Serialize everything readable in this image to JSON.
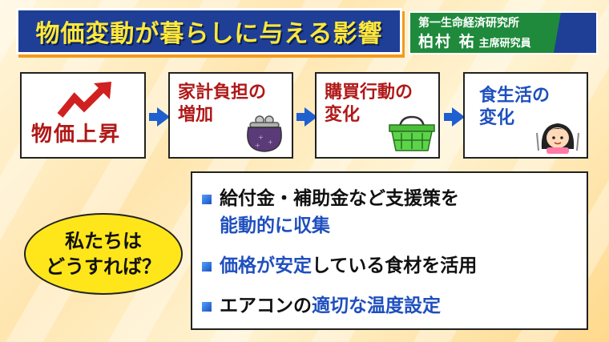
{
  "header": {
    "title": "物価変動が暮らしに与える影響",
    "organization": "第一生命経済研究所",
    "presenter_name": "柏村 祐",
    "presenter_role": "主席研究員"
  },
  "flow": [
    {
      "label": "物価上昇",
      "icon": "rising-arrow-icon"
    },
    {
      "label_line1": "家計負担の",
      "label_line2": "増加",
      "icon": "coin-purse-icon"
    },
    {
      "label_line1": "購買行動の",
      "label_line2": "変化",
      "icon": "shopping-basket-icon"
    },
    {
      "label_line1": "食生活の",
      "label_line2": "変化",
      "icon": "girl-eating-icon"
    }
  ],
  "question": {
    "line1": "私たちは",
    "line2": "どうすれば？"
  },
  "tips": [
    {
      "part1": "給付金・補助金など支援策を",
      "part2": "能動的に収集"
    },
    {
      "part1": "価格が安定",
      "part2": "している食材を活用"
    },
    {
      "part1": "エアコンの",
      "part2": "適切な温度設定"
    }
  ],
  "colors": {
    "title_bg": "#1f3f96",
    "title_text": "#ffe83a",
    "accent_red": "#b01818",
    "accent_blue": "#1f4fbf",
    "question_bg": "#ffe61a",
    "presenter_bg": "#1f8a3c"
  }
}
